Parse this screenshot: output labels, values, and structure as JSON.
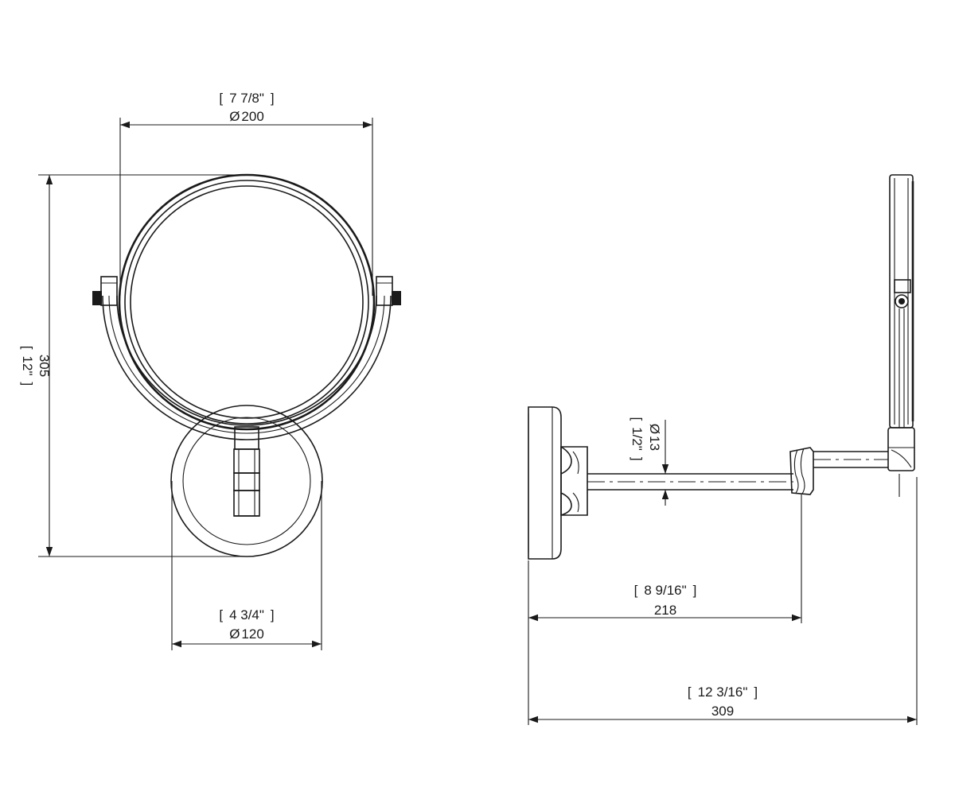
{
  "front_view": {
    "mirror_diameter": {
      "imperial": "7 7/8\"",
      "metric": "200"
    },
    "overall_height": {
      "imperial": "12\"",
      "metric": "305"
    },
    "base_diameter": {
      "imperial": "4 3/4\"",
      "metric": "120"
    }
  },
  "side_view": {
    "arm_diameter": {
      "imperial": "1/2\"",
      "metric": "13"
    },
    "arm_length": {
      "imperial": "8 9/16\"",
      "metric": "218"
    },
    "overall_projection": {
      "imperial": "12 3/16\"",
      "metric": "309"
    }
  },
  "symbols": {
    "diameter": "Ø",
    "bracket_open": "[",
    "bracket_close": "]"
  }
}
